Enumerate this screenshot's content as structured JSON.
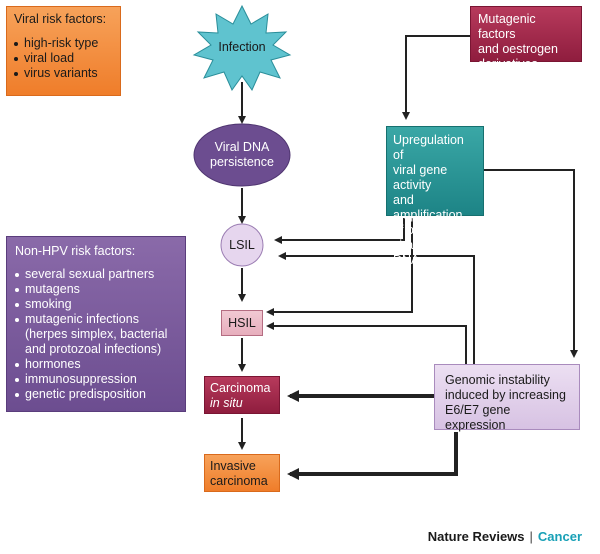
{
  "viral_risk": {
    "title": "Viral risk factors:",
    "items": [
      "high-risk type",
      "viral load",
      "virus variants"
    ]
  },
  "infection": {
    "label": "Infection"
  },
  "persistence": {
    "line1": "Viral DNA",
    "line2": "persistence"
  },
  "lsil": {
    "label": "LSIL"
  },
  "hsil": {
    "label": "HSIL"
  },
  "carcinoma_in_situ": {
    "line1": "Carcinoma",
    "line2": "in situ"
  },
  "invasive": {
    "line1": "Invasive",
    "line2": "carcinoma"
  },
  "mutagenic": {
    "line1": "Mutagenic factors",
    "line2": "and oestrogen",
    "line3": "derivatives"
  },
  "upregulation": {
    "line1": "Upregulation of",
    "line2": "viral gene activity",
    "line3": "and amplification",
    "line4": "of persisting viral",
    "line5": "DNA"
  },
  "genomic": {
    "line1": "Genomic instability",
    "line2": "induced by increasing",
    "line3": "E6/E7 gene expression"
  },
  "non_hpv": {
    "title": "Non-HPV risk factors:",
    "items": [
      "several sexual partners",
      "mutagens",
      "smoking",
      "mutagenic infections",
      "hormones",
      "immunosuppression",
      "genetic predisposition"
    ],
    "infections_detail_1": "(herpes simplex, bacterial",
    "infections_detail_2": "and protozoal infections)"
  },
  "footer": {
    "journal": "Nature Reviews",
    "separator": "|",
    "section": "Cancer"
  },
  "colors": {
    "orange": "#ef7d2a",
    "purple": "#6c4d90",
    "crimson": "#8f1d3e",
    "teal": "#1d8486",
    "lavender": "#d7c2e3",
    "starburst": "#5fc3cf",
    "arrow": "#222222",
    "footer_accent": "#18a0b6"
  }
}
